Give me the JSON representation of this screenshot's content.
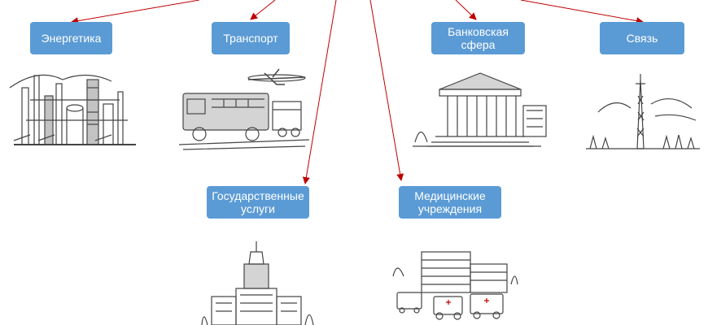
{
  "diagram": {
    "sectors": [
      {
        "id": "energy",
        "label": "Энергетика",
        "icon": "industrial-plant-icon"
      },
      {
        "id": "transport",
        "label": "Транспорт",
        "icon": "transport-vehicles-icon"
      },
      {
        "id": "banking",
        "label": "Банковская сфера",
        "icon": "bank-building-icon"
      },
      {
        "id": "communications",
        "label": "Связь",
        "icon": "radio-tower-icon"
      },
      {
        "id": "government",
        "label": "Государственные услуги",
        "icon": "government-building-icon"
      },
      {
        "id": "medical",
        "label": "Медицинские учреждения",
        "icon": "hospital-icon"
      }
    ],
    "colors": {
      "box_fill": "#5b9bd5",
      "box_text": "#ffffff",
      "arrow": "#c00000",
      "sketch": "#444444"
    }
  }
}
